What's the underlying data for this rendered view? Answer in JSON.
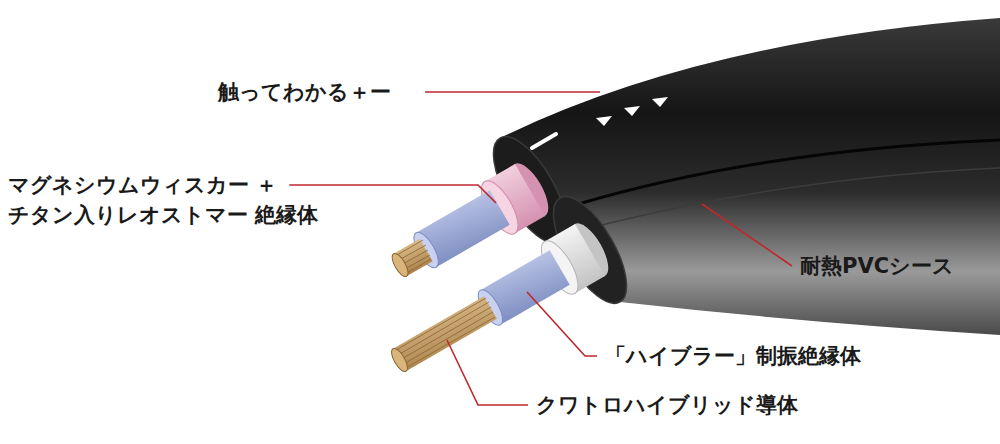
{
  "diagram": {
    "labels": [
      "触ってわかる＋ー",
      "マグネシウムウィスカー ＋ チタン入りレオストマー 絶縁体",
      "耐熱PVCシース",
      "「ハイブラー」制振絶縁体",
      "クワトロハイブリッド導体"
    ]
  }
}
